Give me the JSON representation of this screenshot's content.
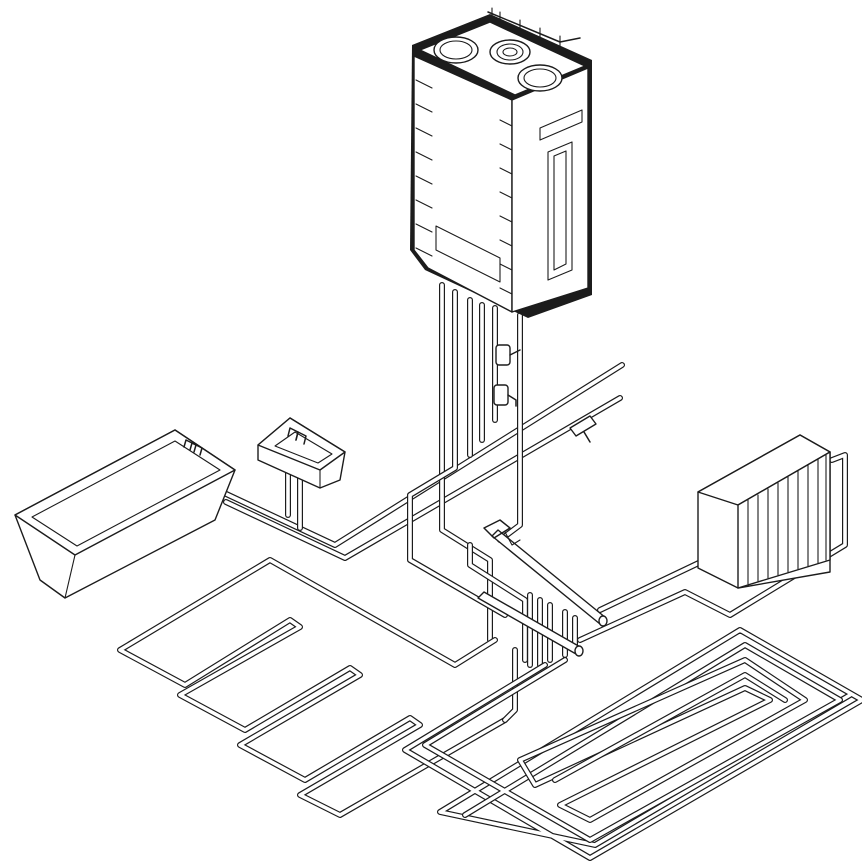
{
  "diagram": {
    "type": "heating-system-schematic",
    "components": [
      {
        "id": "boiler",
        "icon": "wall-boiler-icon"
      },
      {
        "id": "bathtub",
        "icon": "bathtub-icon"
      },
      {
        "id": "washbasin",
        "icon": "washbasin-icon"
      },
      {
        "id": "radiator",
        "icon": "radiator-icon"
      },
      {
        "id": "underfloor-loop-left",
        "icon": "underfloor-heating-icon"
      },
      {
        "id": "underfloor-loop-right",
        "icon": "underfloor-heating-icon"
      },
      {
        "id": "manifold",
        "icon": "manifold-icon"
      }
    ],
    "colors": {
      "line": "#1c1c1c",
      "background": "#ffffff"
    }
  }
}
